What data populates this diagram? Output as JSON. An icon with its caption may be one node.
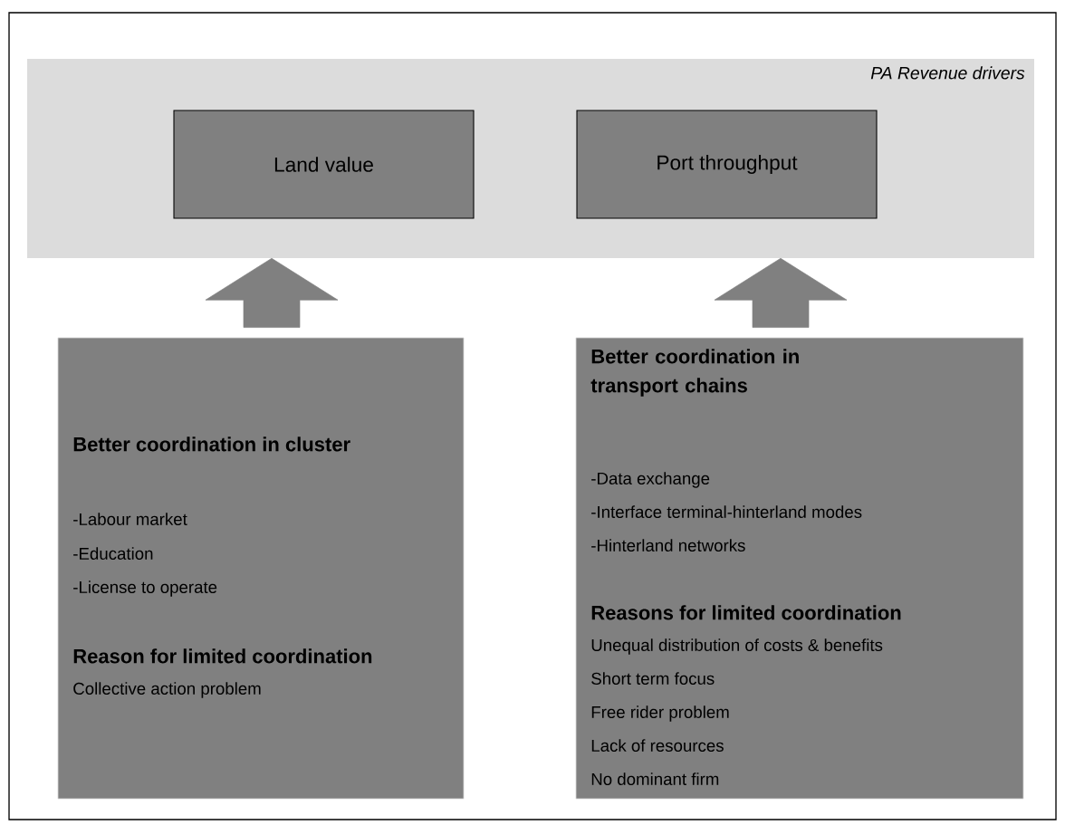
{
  "diagram": {
    "nodes": [
      {
        "text": [
          "PA Revenue drivers"
        ]
      },
      {
        "text": [
          "Land value"
        ],
        "in": 0
      },
      {
        "text": [
          "Port throughput"
        ],
        "in": 0
      },
      {
        "text": [
          "Better coordination in cluster",
          "-Labour market",
          "-Education",
          "-License to operate",
          "Reason for limited coordination",
          "Collective action problem"
        ]
      },
      {
        "text": [
          "Better coordination in transport chains",
          "-Data exchange",
          "-Interface terminal-hinterland modes",
          "-Hinterland networks",
          "Reasons for limited coordination",
          "Unequal distribution of costs & benefits",
          "Short term focus",
          "Free rider problem",
          "Lack of resources",
          "No dominant firm"
        ]
      }
    ],
    "edges": [
      {
        "from": 3,
        "to": 0,
        "arrow": "to"
      },
      {
        "from": 4,
        "to": 0,
        "arrow": "to"
      }
    ]
  }
}
